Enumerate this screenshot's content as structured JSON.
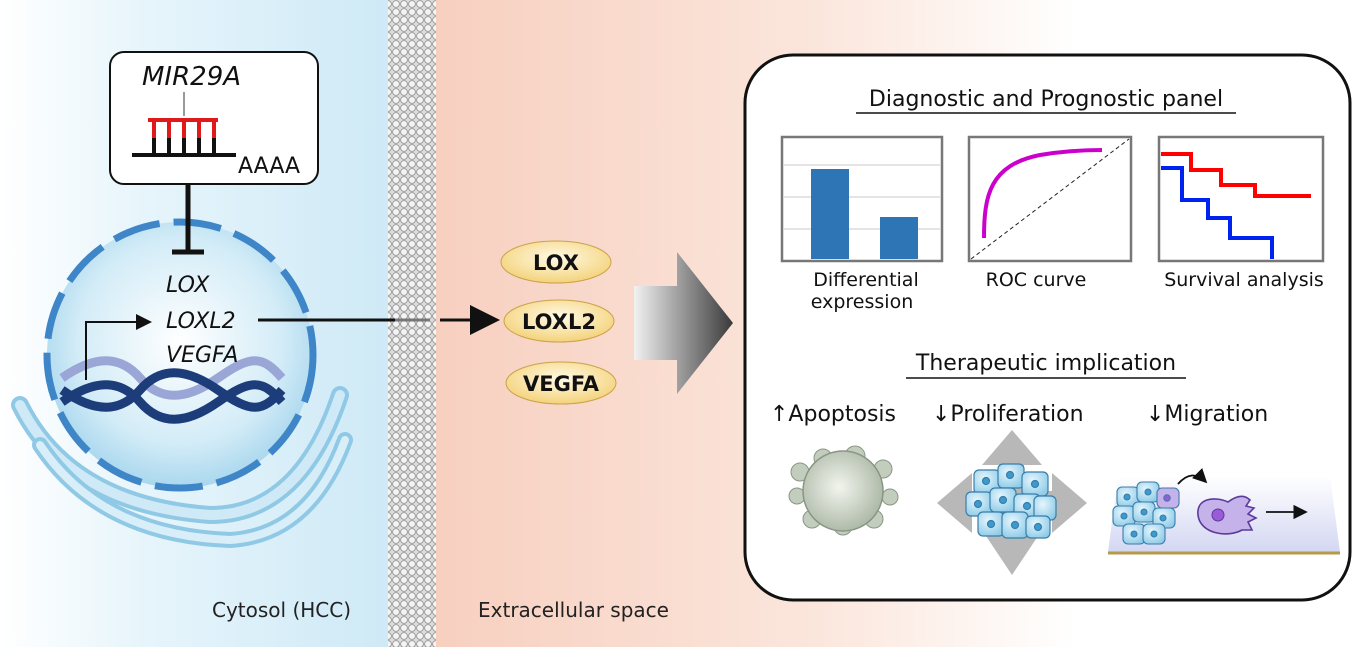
{
  "cell": {
    "mirna_label": "MIR29A",
    "polya": "AAAA",
    "genes": [
      "LOX",
      "LOXL2",
      "VEGFA"
    ],
    "cytosol_label": "Cytosol (HCC)"
  },
  "extracellular": {
    "label": "Extracellular space",
    "proteins": [
      "LOX",
      "LOXL2",
      "VEGFA"
    ]
  },
  "panel": {
    "diagnostic_title": "Diagnostic and Prognostic panel",
    "mini_charts": [
      {
        "label_line1": "Differential",
        "label_line2": "expression"
      },
      {
        "label_line1": "ROC curve",
        "label_line2": ""
      },
      {
        "label_line1": "Survival analysis",
        "label_line2": ""
      }
    ],
    "bar_values": [
      0.75,
      0.35
    ],
    "therapeutic_title": "Therapeutic implication",
    "effects": [
      "↑Apoptosis",
      "↓Proliferation",
      "↓Migration"
    ]
  },
  "colors": {
    "cytosol_bg": "#d4ecf7",
    "extracellular_bg": "#fbe3d8",
    "mirna_red": "#e0191b",
    "bar_blue": "#2e75b6",
    "roc_magenta": "#cc00cc",
    "survival_red": "#ff0000",
    "survival_blue": "#0022ee",
    "protein_fill": "#fbe39e"
  }
}
